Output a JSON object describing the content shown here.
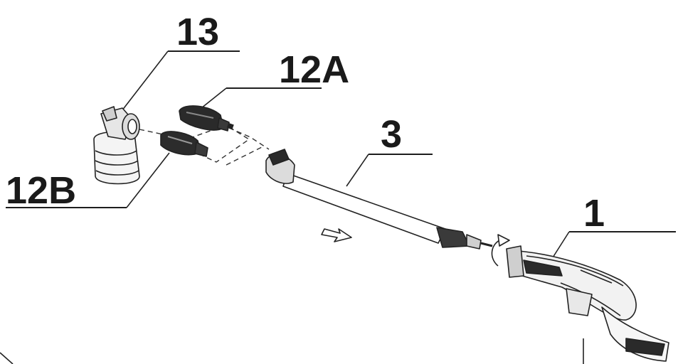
{
  "labels": {
    "part_13": "13",
    "part_12a": "12A",
    "part_3": "3",
    "part_12b": "12B",
    "part_1": "1"
  }
}
